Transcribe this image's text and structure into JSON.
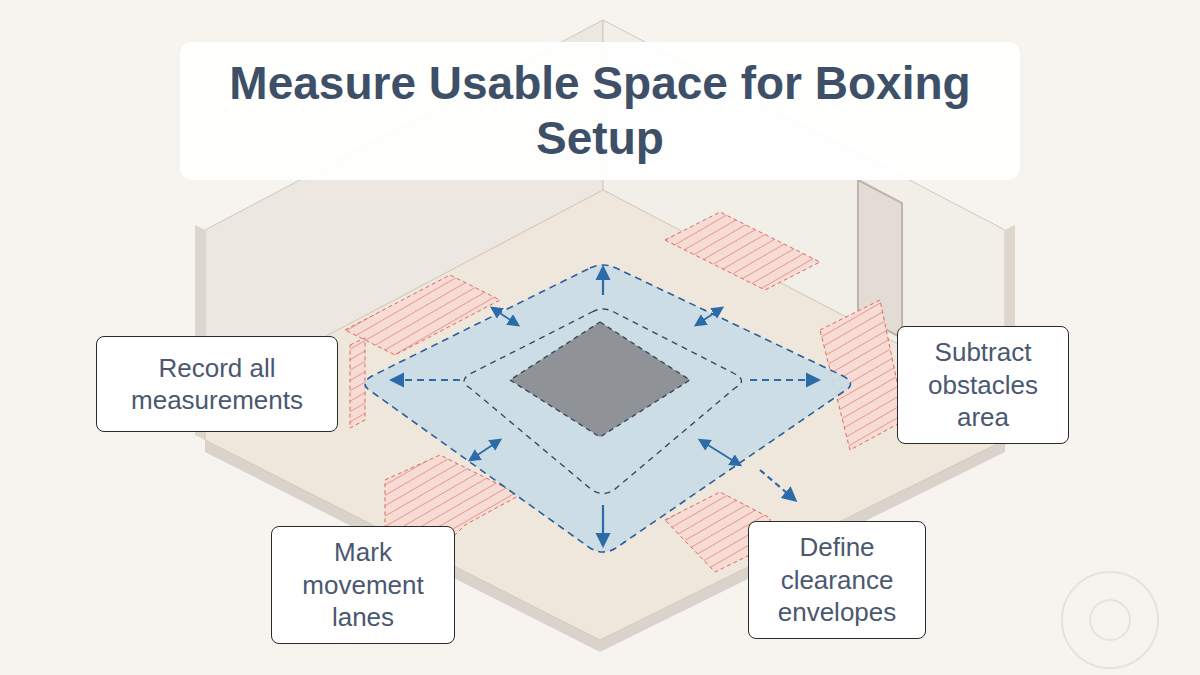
{
  "diagram": {
    "title": "Measure Usable Space for Boxing Setup",
    "nodes": [
      {
        "text": [
          "Record all measurements"
        ]
      },
      {
        "text": [
          "Subtract obstacles area"
        ]
      },
      {
        "text": [
          "Mark movement lanes"
        ]
      },
      {
        "text": [
          "Define clearance envelopes"
        ]
      }
    ]
  }
}
